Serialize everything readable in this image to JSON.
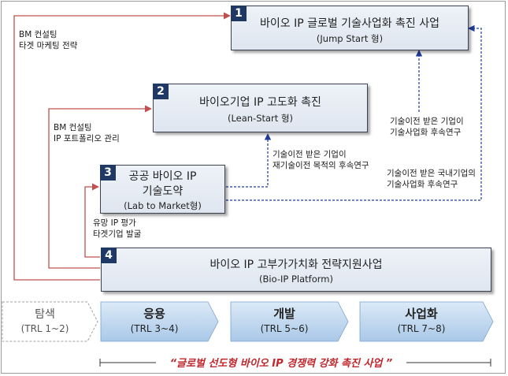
{
  "boxes": {
    "b1": {
      "num": "1",
      "title": "바이오 IP 글로벌 기술사업화 촉진 사업",
      "sub": "(Jump Start 형)"
    },
    "b2": {
      "num": "2",
      "title": "바이오기업 IP 고도화 촉진",
      "sub": "(Lean-Start 형)"
    },
    "b3": {
      "num": "3",
      "title_line1": "공공 바이오 IP",
      "title_line2": "기술도약",
      "sub": "(Lab to Market형)"
    },
    "b4": {
      "num": "4",
      "title": "바이오 IP 고부가가치화 전략지원사업",
      "sub": "(Bio-IP Platform)"
    }
  },
  "notes": {
    "n1": [
      "BM 컨설팅",
      "타겟 마케팅 전략"
    ],
    "n2": [
      "BM 컨설팅",
      "IP 포트폴리오 관리"
    ],
    "n3": [
      "유망 IP 평가",
      "타겟기업 발굴"
    ],
    "n4": [
      "기술이전 받은 기업이",
      "기술사업화  후속연구"
    ],
    "n5": [
      "기술이전 받은 기업이",
      "재기술이전 목적의 후속연구"
    ],
    "n6": [
      "기술이전 받은 국내기업의",
      "기술사업화  후속연구"
    ]
  },
  "stages": [
    {
      "name": "탐색",
      "range": "(TRL 1~2)"
    },
    {
      "name": "응용",
      "range": "(TRL 3~4)"
    },
    {
      "name": "개발",
      "range": "(TRL 5~6)"
    },
    {
      "name": "사업화",
      "range": "(TRL 7~8)"
    }
  ],
  "slogan": "“글로벌 선도형 바이오 IP 경쟁력 강화 촉진 사업 ”",
  "colors": {
    "solid_arrow": "#c0504d",
    "dashed_arrow": "#1f3b9c",
    "number_badge": "#1f3864",
    "stage_fill": "#bdd7ee",
    "slogan": "#c0272d"
  }
}
